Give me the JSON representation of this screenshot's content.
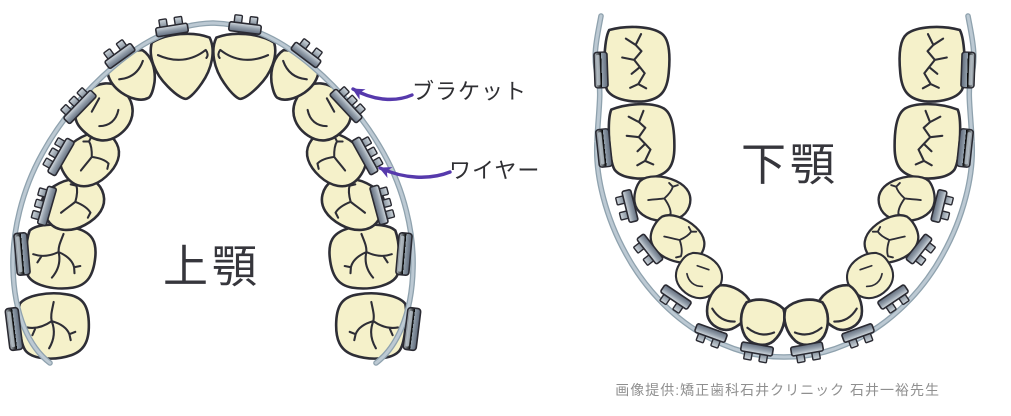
{
  "figure": {
    "upper_jaw_label": "上顎",
    "lower_jaw_label": "下顎",
    "bracket_label": "ブラケット",
    "wire_label": "ワイヤー",
    "credit": "画像提供:矯正歯科石井クリニック 石井一裕先生",
    "teeth_per_arch": 14,
    "arches": 2
  },
  "colors": {
    "background": "#ffffff",
    "tooth_fill": "#f5f1ca",
    "tooth_outline": "#2e2e36",
    "bracket_light": "#d6dde2",
    "bracket_dark": "#626d7d",
    "wire": "#b3c1cb",
    "arrow": "#5639ac",
    "label_text": "#2f2f33",
    "jaw_text": "#36363c",
    "credit_text": "#8f8f8f"
  }
}
